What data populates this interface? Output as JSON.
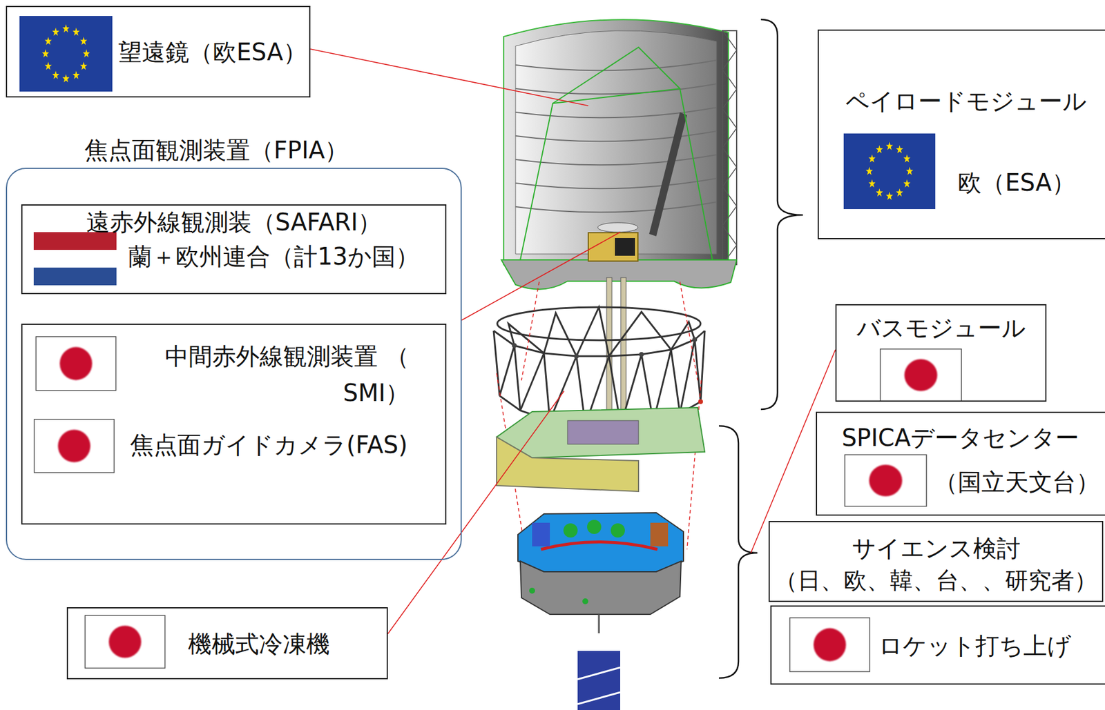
{
  "diagram": {
    "nodes": [
      {
        "text": [
          "望遠鏡（欧ESA）"
        ]
      },
      {
        "text": [
          "焦点面観測装置（FPIA）"
        ]
      },
      {
        "text": [
          "遠赤外線観測装（SAFARI）",
          "蘭＋欧州連合（計13か国）"
        ],
        "in": 1
      },
      {
        "text": [
          "中間赤外線観測装置 （ SMI）",
          "焦点面ガイドカメラ(FAS)"
        ],
        "in": 1
      },
      {
        "text": [
          "機械式冷凍機"
        ]
      },
      {
        "text": [
          "ペイロードモジュール",
          "欧（ESA）"
        ]
      },
      {
        "text": [
          "バスモジュール"
        ]
      },
      {
        "text": [
          "SPICAデータセンター",
          "（国立天文台）"
        ]
      },
      {
        "text": [
          "サイエンス検討",
          "（日、欧、韓、台、、研究者）"
        ]
      },
      {
        "text": [
          "ロケット打ち上げ"
        ]
      }
    ]
  }
}
